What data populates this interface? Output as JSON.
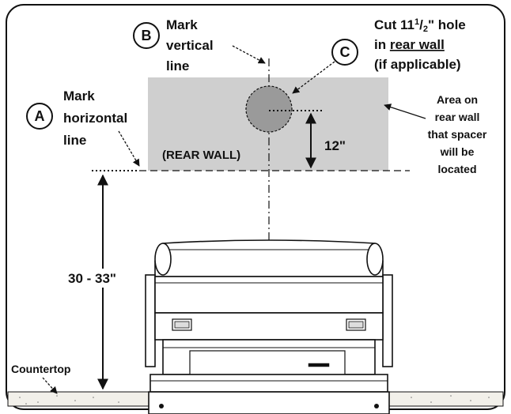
{
  "labels": {
    "a_letter": "A",
    "a_line1": "Mark",
    "a_line2": "horizontal",
    "a_line3": "line",
    "b_letter": "B",
    "b_line1": "Mark",
    "b_line2": "vertical",
    "b_line3": "line",
    "c_letter": "C",
    "c_line1_pre": "Cut 11",
    "c_line1_sup": "1",
    "c_line1_mid": "/",
    "c_line1_sub": "2",
    "c_line1_post": "\" hole",
    "c_line2_pre": "in ",
    "c_line2_underline": "rear wall",
    "c_line3": "(if applicable)",
    "rear_wall": "(REAR WALL)",
    "dim_12": "12\"",
    "dim_height": "30 - 33\"",
    "area_line1": "Area on",
    "area_line2": "rear wall",
    "area_line3": "that spacer",
    "area_line4": "will be",
    "area_line5": "located",
    "countertop": "Countertop"
  },
  "colors": {
    "rear_wall_fill": "#cfcfcf",
    "hole_fill": "#9a9a9a",
    "line": "#111111",
    "counter_fill": "#f2f0ea"
  }
}
